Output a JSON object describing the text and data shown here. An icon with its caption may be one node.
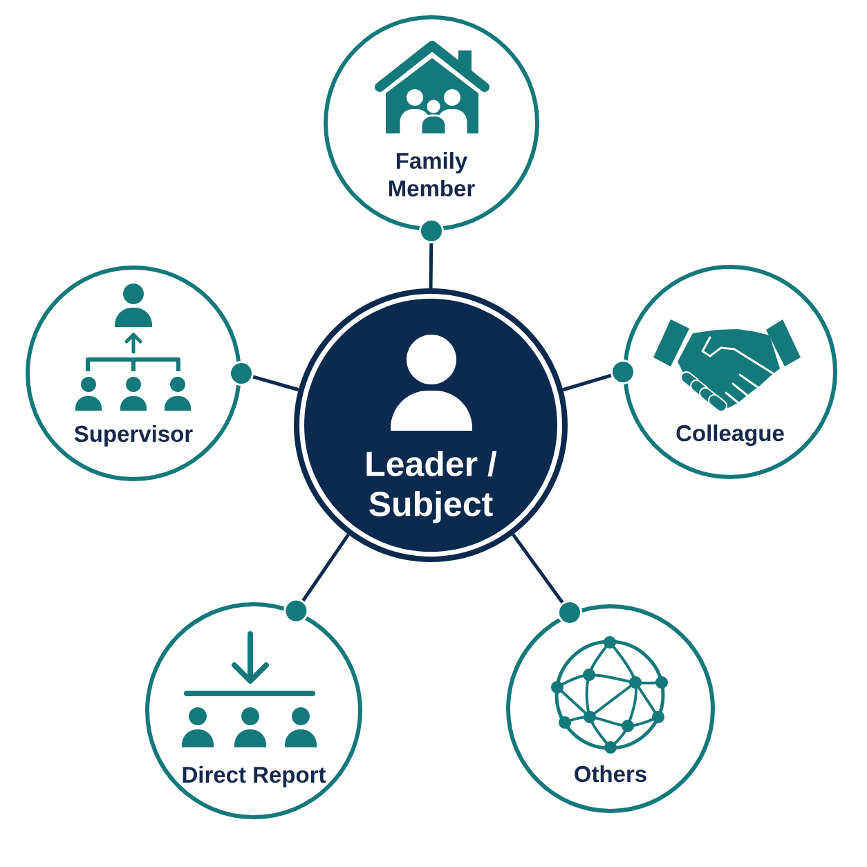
{
  "diagram": {
    "nodes": [
      {
        "text": [
          "Family Member"
        ]
      },
      {
        "text": [
          "Supervisor"
        ]
      },
      {
        "text": [
          "Leader / Subject"
        ]
      },
      {
        "text": [
          "Colleague"
        ]
      },
      {
        "text": [
          "Direct Report"
        ]
      },
      {
        "text": [
          "Others"
        ]
      }
    ],
    "edges": [
      {
        "from": 2,
        "to": 0,
        "arrow": "other"
      },
      {
        "from": 2,
        "to": 1,
        "arrow": "other"
      },
      {
        "from": 2,
        "to": 3,
        "arrow": "other"
      },
      {
        "from": 2,
        "to": 4,
        "arrow": "other"
      },
      {
        "from": 2,
        "to": 5,
        "arrow": "other"
      }
    ]
  }
}
